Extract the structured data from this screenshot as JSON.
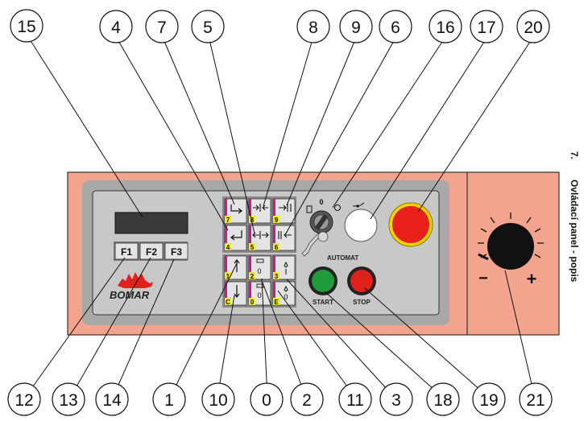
{
  "caption": {
    "number": "7.",
    "title": "Ovládací panel - popis"
  },
  "brand": {
    "name": "BOMAR"
  },
  "function_keys": [
    {
      "label": "F1",
      "callout": "12"
    },
    {
      "label": "F2",
      "callout": "13"
    },
    {
      "label": "F3",
      "callout": "14"
    }
  ],
  "keypad_top": [
    {
      "digit": "7",
      "callout": "7"
    },
    {
      "digit": "8",
      "callout": "8"
    },
    {
      "digit": "9",
      "callout": "9"
    },
    {
      "digit": "4",
      "callout": "4"
    },
    {
      "digit": "5",
      "callout": "5"
    },
    {
      "digit": "6",
      "callout": "6"
    }
  ],
  "keypad_bottom": [
    {
      "digit": "1",
      "callout": "1"
    },
    {
      "digit": "2",
      "callout": "2"
    },
    {
      "digit": "3",
      "callout": "3"
    },
    {
      "digit": "C",
      "callout": "10"
    },
    {
      "digit": "0",
      "callout": "0"
    },
    {
      "digit": "E",
      "callout": "11"
    }
  ],
  "key_symbols": {
    "zero": "0"
  },
  "selector": {
    "label": "AUTOMAT",
    "callout": "16"
  },
  "buttons": {
    "start": {
      "label": "START",
      "color": "#1e9b3a",
      "callout": "18"
    },
    "stop": {
      "label": "STOP",
      "color": "#e0201b",
      "callout": "19"
    },
    "white": {
      "color": "#ffffff",
      "callout": "17"
    },
    "emergency": {
      "color": "#e8201a",
      "ring": "#f2d400",
      "callout": "20"
    }
  },
  "dial": {
    "minus": "−",
    "plus": "+",
    "callout": "21"
  },
  "display": {
    "callout": "15"
  },
  "callouts_top": [
    "15",
    "4",
    "7",
    "5",
    "8",
    "9",
    "6",
    "16",
    "17",
    "20"
  ],
  "callouts_bottom": [
    "12",
    "13",
    "14",
    "1",
    "10",
    "0",
    "2",
    "11",
    "3",
    "18",
    "19",
    "21"
  ],
  "colors": {
    "panel_outer": "#f2a48e",
    "panel_inner": "#a8a8a8",
    "panel_face": "#c8c8c8",
    "key_face": "#e4e4e4",
    "digit_tag": "#f5e63a",
    "display": "#3a3a3a"
  }
}
